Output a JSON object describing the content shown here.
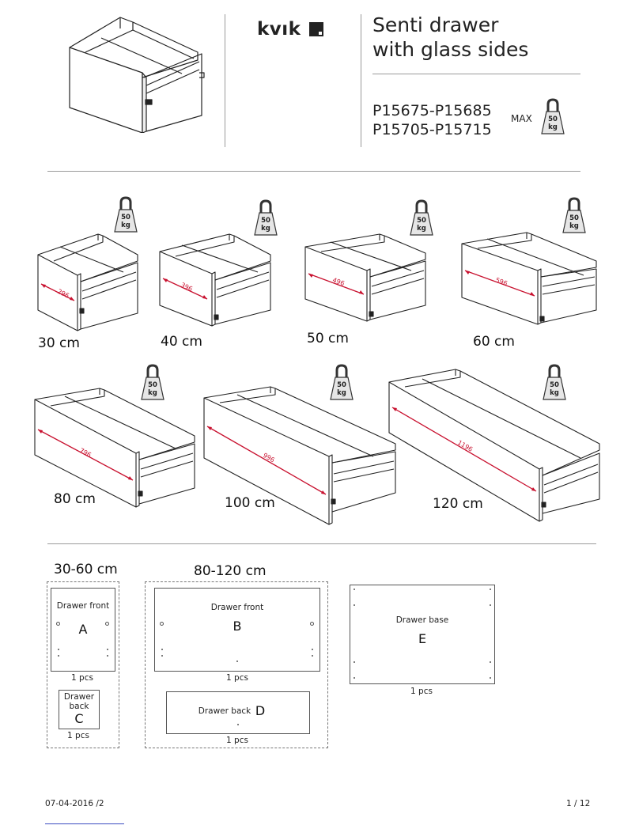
{
  "brand": {
    "name": "kvık"
  },
  "title": {
    "line1": "Senti drawer",
    "line2": "with glass sides"
  },
  "codes": {
    "line1": "P15675-P15685",
    "line2": "P15705-P15715"
  },
  "load": {
    "max_label": "MAX",
    "weight": "50",
    "unit": "kg"
  },
  "sizes": [
    {
      "label": "30 cm",
      "dimension": "296"
    },
    {
      "label": "40 cm",
      "dimension": "396"
    },
    {
      "label": "50 cm",
      "dimension": "496"
    },
    {
      "label": "60 cm",
      "dimension": "596"
    },
    {
      "label": "80 cm",
      "dimension": "796"
    },
    {
      "label": "100 cm",
      "dimension": "996"
    },
    {
      "label": "120 cm",
      "dimension": "1196"
    }
  ],
  "parts": {
    "group_small": "30-60 cm",
    "group_large": "80-120 cm",
    "front_small": {
      "label": "Drawer front",
      "letter": "A",
      "qty": "1 pcs"
    },
    "back_small": {
      "label_line1": "Drawer",
      "label_line2": "back",
      "letter": "C",
      "qty": "1 pcs"
    },
    "front_large": {
      "label": "Drawer front",
      "letter": "B",
      "qty": "1 pcs"
    },
    "back_large": {
      "label": "Drawer  back",
      "letter": "D",
      "qty": "1 pcs"
    },
    "base": {
      "label": "Drawer base",
      "letter": "E",
      "qty": "1 pcs"
    }
  },
  "footer": {
    "date": "07-04-2016 /2",
    "page": "1  / 12"
  },
  "colors": {
    "dimension_arrow": "#c8102e",
    "line": "#222222",
    "panel_fill": "#ffffff"
  }
}
